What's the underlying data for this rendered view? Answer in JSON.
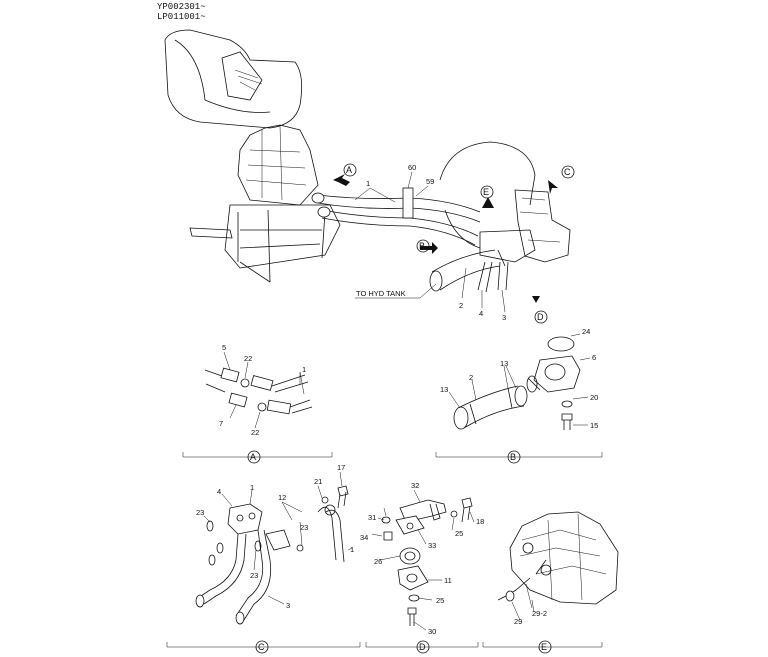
{
  "header": {
    "serial_1": "YP002301~",
    "serial_2": "LP011001~"
  },
  "main": {
    "labels": {
      "to_tank": "TO HYD TANK",
      "call_a": "A",
      "call_b": "B",
      "call_c": "C",
      "call_d": "D",
      "call_e": "E",
      "n1": "1",
      "n59": "59",
      "n60": "60",
      "n2": "2",
      "n4": "4",
      "n3": "3"
    }
  },
  "detail_a": {
    "title": "A",
    "parts": {
      "p5": "5",
      "p22a": "22",
      "p1": "1",
      "p7": "7",
      "p22b": "22"
    }
  },
  "detail_b": {
    "title": "B",
    "parts": {
      "p24": "24",
      "p6": "6",
      "p13a": "13",
      "p13b": "13",
      "p2": "2",
      "p20": "20",
      "p15": "15"
    }
  },
  "detail_c": {
    "title": "C",
    "parts": {
      "p4": "4",
      "p1a": "1",
      "p23a": "23",
      "p23b": "23",
      "p23c": "23",
      "p12": "12",
      "p21": "21",
      "p17": "17",
      "p1b": "1",
      "p3": "3"
    }
  },
  "detail_d": {
    "title": "D",
    "parts": {
      "p32": "32",
      "p31": "31",
      "p18": "18",
      "p25a": "25",
      "p34": "34",
      "p33": "33",
      "p26": "26",
      "p11": "11",
      "p25b": "25",
      "p30": "30"
    }
  },
  "detail_e": {
    "title": "E",
    "parts": {
      "p29a": "29",
      "p29_2": "29-2"
    }
  }
}
